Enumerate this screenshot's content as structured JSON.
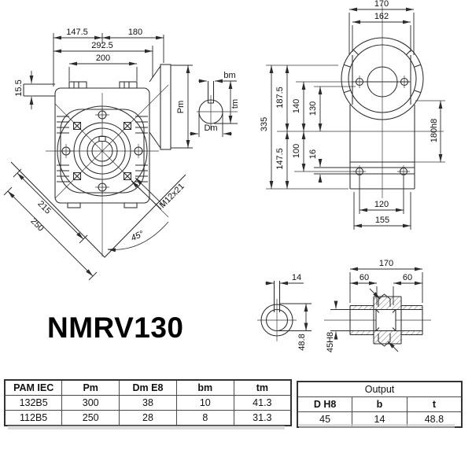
{
  "model": "NMRV130",
  "front_view": {
    "dim_147_5": "147.5",
    "dim_180": "180",
    "dim_292_5": "292.5",
    "dim_200": "200",
    "dim_15_5": "15.5",
    "dim_215": "215",
    "dim_250": "250",
    "dim_45deg": "45°",
    "dim_m12x21": "M12x21",
    "dim_pm": "Pm",
    "input_detail": {
      "bm": "bm",
      "tm": "tm",
      "dm": "Dm"
    }
  },
  "rear_view": {
    "dim_170": "170",
    "dim_162": "162",
    "dim_335": "335",
    "dim_187_5": "187.5",
    "dim_140": "140",
    "dim_130": "130",
    "dim_147_5": "147.5",
    "dim_100": "100",
    "dim_16": "16",
    "dim_180h8": "180h8",
    "dim_120": "120",
    "dim_155": "155"
  },
  "output_bore_view": {
    "dim_14": "14",
    "dim_48_8": "48.8"
  },
  "output_shaft_section": {
    "dim_170": "170",
    "dim_60_left": "60",
    "dim_60_right": "60",
    "dim_45h8": "45H8"
  },
  "pam_table": {
    "headers": [
      "PAM IEC",
      "Pm",
      "Dm E8",
      "bm",
      "tm"
    ],
    "rows": [
      [
        "132B5",
        "300",
        "38",
        "10",
        "41.3"
      ],
      [
        "112B5",
        "250",
        "28",
        "8",
        "31.3"
      ]
    ]
  },
  "output_table": {
    "title": "Output",
    "headers": [
      "D H8",
      "b",
      "t"
    ],
    "rows": [
      [
        "45",
        "14",
        "48.8"
      ]
    ]
  }
}
